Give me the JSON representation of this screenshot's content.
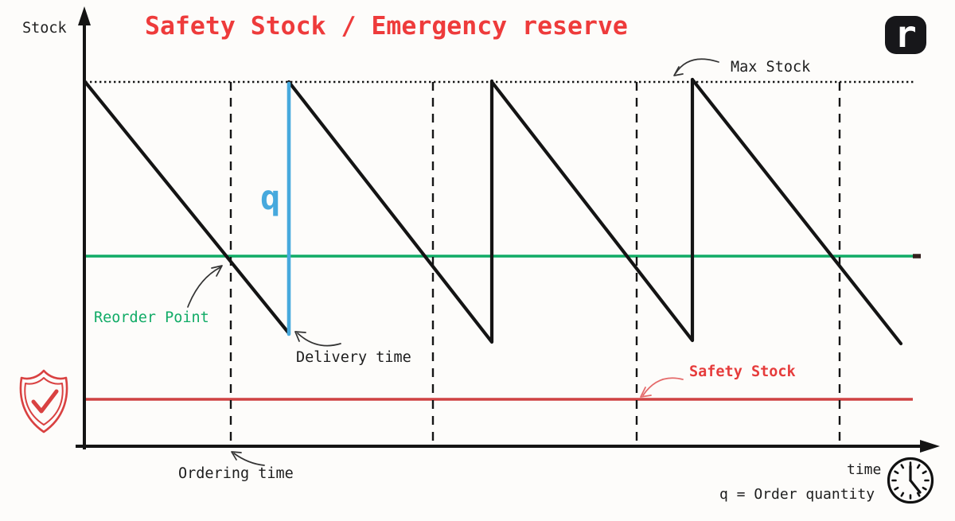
{
  "title": {
    "text": "Safety Stock / Emergency reserve",
    "color": "#ee3b3b"
  },
  "axis": {
    "y_label": "Stock",
    "x_label": "time"
  },
  "annotations": {
    "max_stock": "Max Stock",
    "reorder_point": "Reorder Point",
    "delivery_time": "Delivery time",
    "ordering_time": "Ordering time",
    "safety_stock": "Safety Stock",
    "order_quantity_symbol": "q",
    "order_quantity_legend": "q = Order quantity"
  },
  "branding": {
    "logo_letter": "r"
  },
  "icons": {
    "shield": "shield-check-icon",
    "clock": "clock-icon"
  },
  "colors": {
    "reorder_line_green": "#10ab66",
    "safety_line_red": "#cf4242",
    "safety_label_red": "#e63c3c",
    "order_quantity_blue": "#47a9dd",
    "ink_black": "#151515",
    "title_red": "#ee3b3b"
  },
  "diagram": {
    "type": "inventory-sawtooth",
    "sawtooth_cycles": 4,
    "ordering_time_markers": 4,
    "levels": [
      {
        "name": "Max Stock",
        "style": "dotted black horizontal line (top)"
      },
      {
        "name": "Reorder Point",
        "style": "solid green horizontal line (middle)"
      },
      {
        "name": "Safety Stock",
        "style": "solid red horizontal line (bottom)"
      }
    ],
    "delivery_marker": "vertical blue segment labeled q between reorder crossing and restock"
  }
}
